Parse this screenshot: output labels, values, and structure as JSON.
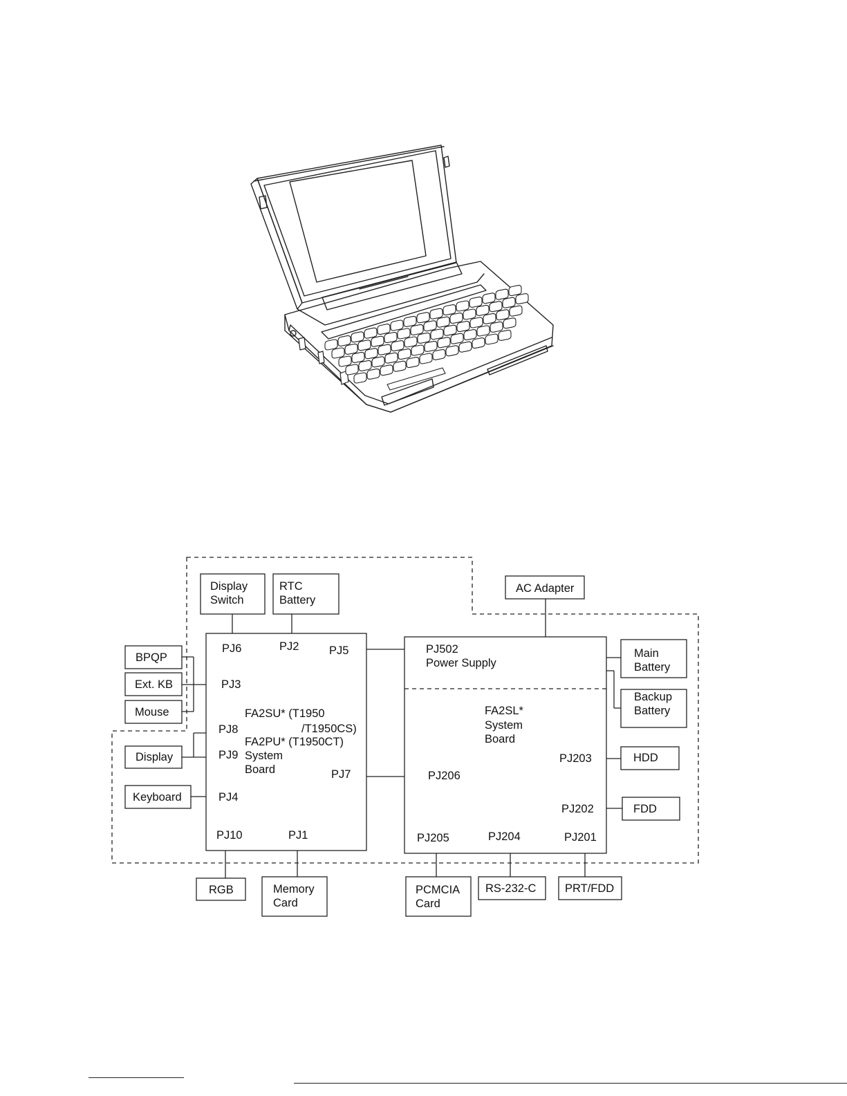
{
  "illustration": {
    "name": "laptop-computer"
  },
  "diagram": {
    "board_left": {
      "name_lines": [
        "FA2SU* (T1950",
        "/T1950CS)",
        "FA2PU* (T1950CT)",
        "System",
        "Board"
      ],
      "connectors": [
        "PJ6",
        "PJ2",
        "PJ5",
        "PJ3",
        "PJ8",
        "PJ9",
        "PJ4",
        "PJ7",
        "PJ10",
        "PJ1"
      ]
    },
    "board_right": {
      "power_connector": "PJ502",
      "power_label": "Power Supply",
      "name_lines": [
        "FA2SL*",
        "System",
        "Board"
      ],
      "connectors": [
        "PJ206",
        "PJ203",
        "PJ202",
        "PJ205",
        "PJ204",
        "PJ201"
      ]
    },
    "components": {
      "display_switch": "Display\nSwitch",
      "rtc_battery": "RTC\nBattery",
      "ac_adapter": "AC Adapter",
      "bpqp": "BPQP",
      "ext_kb": "Ext. KB",
      "mouse": "Mouse",
      "display": "Display",
      "keyboard": "Keyboard",
      "main_battery": "Main\nBattery",
      "backup_battery": "Backup\nBattery",
      "hdd": "HDD",
      "fdd": "FDD",
      "rgb": "RGB",
      "memory_card": "Memory\nCard",
      "pcmcia_card": "PCMCIA\nCard",
      "rs232c": "RS-232-C",
      "prt_fdd": "PRT/FDD"
    }
  }
}
